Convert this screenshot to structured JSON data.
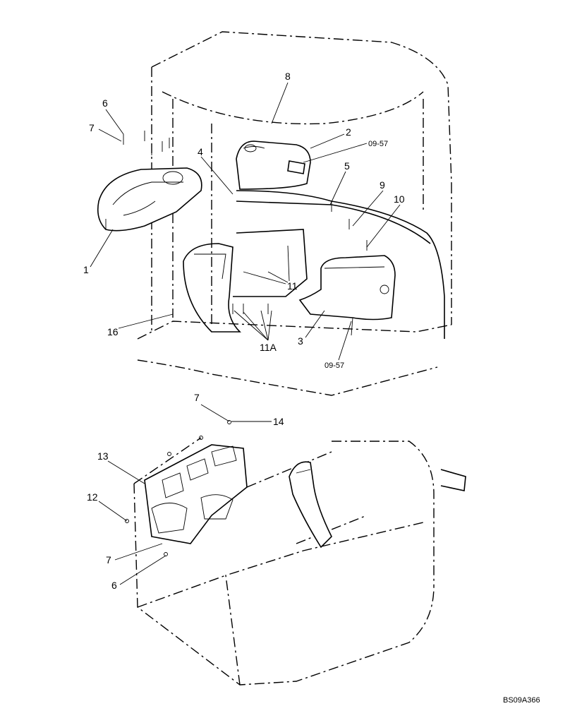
{
  "callouts": {
    "c1": "1",
    "c2": "2",
    "c3": "3",
    "c4": "4",
    "c5": "5",
    "c6_top": "6",
    "c7_top": "7",
    "c8": "8",
    "c9": "9",
    "c10": "10",
    "c11": "11",
    "c11a": "11A",
    "c16": "16",
    "c0957_top": "09-57",
    "c0957_bottom": "09-57",
    "c7_mid": "7",
    "c14": "14",
    "c13": "13",
    "c12": "12",
    "c7_low": "7",
    "c6_low": "6"
  },
  "drawing_code": "BS09A366"
}
